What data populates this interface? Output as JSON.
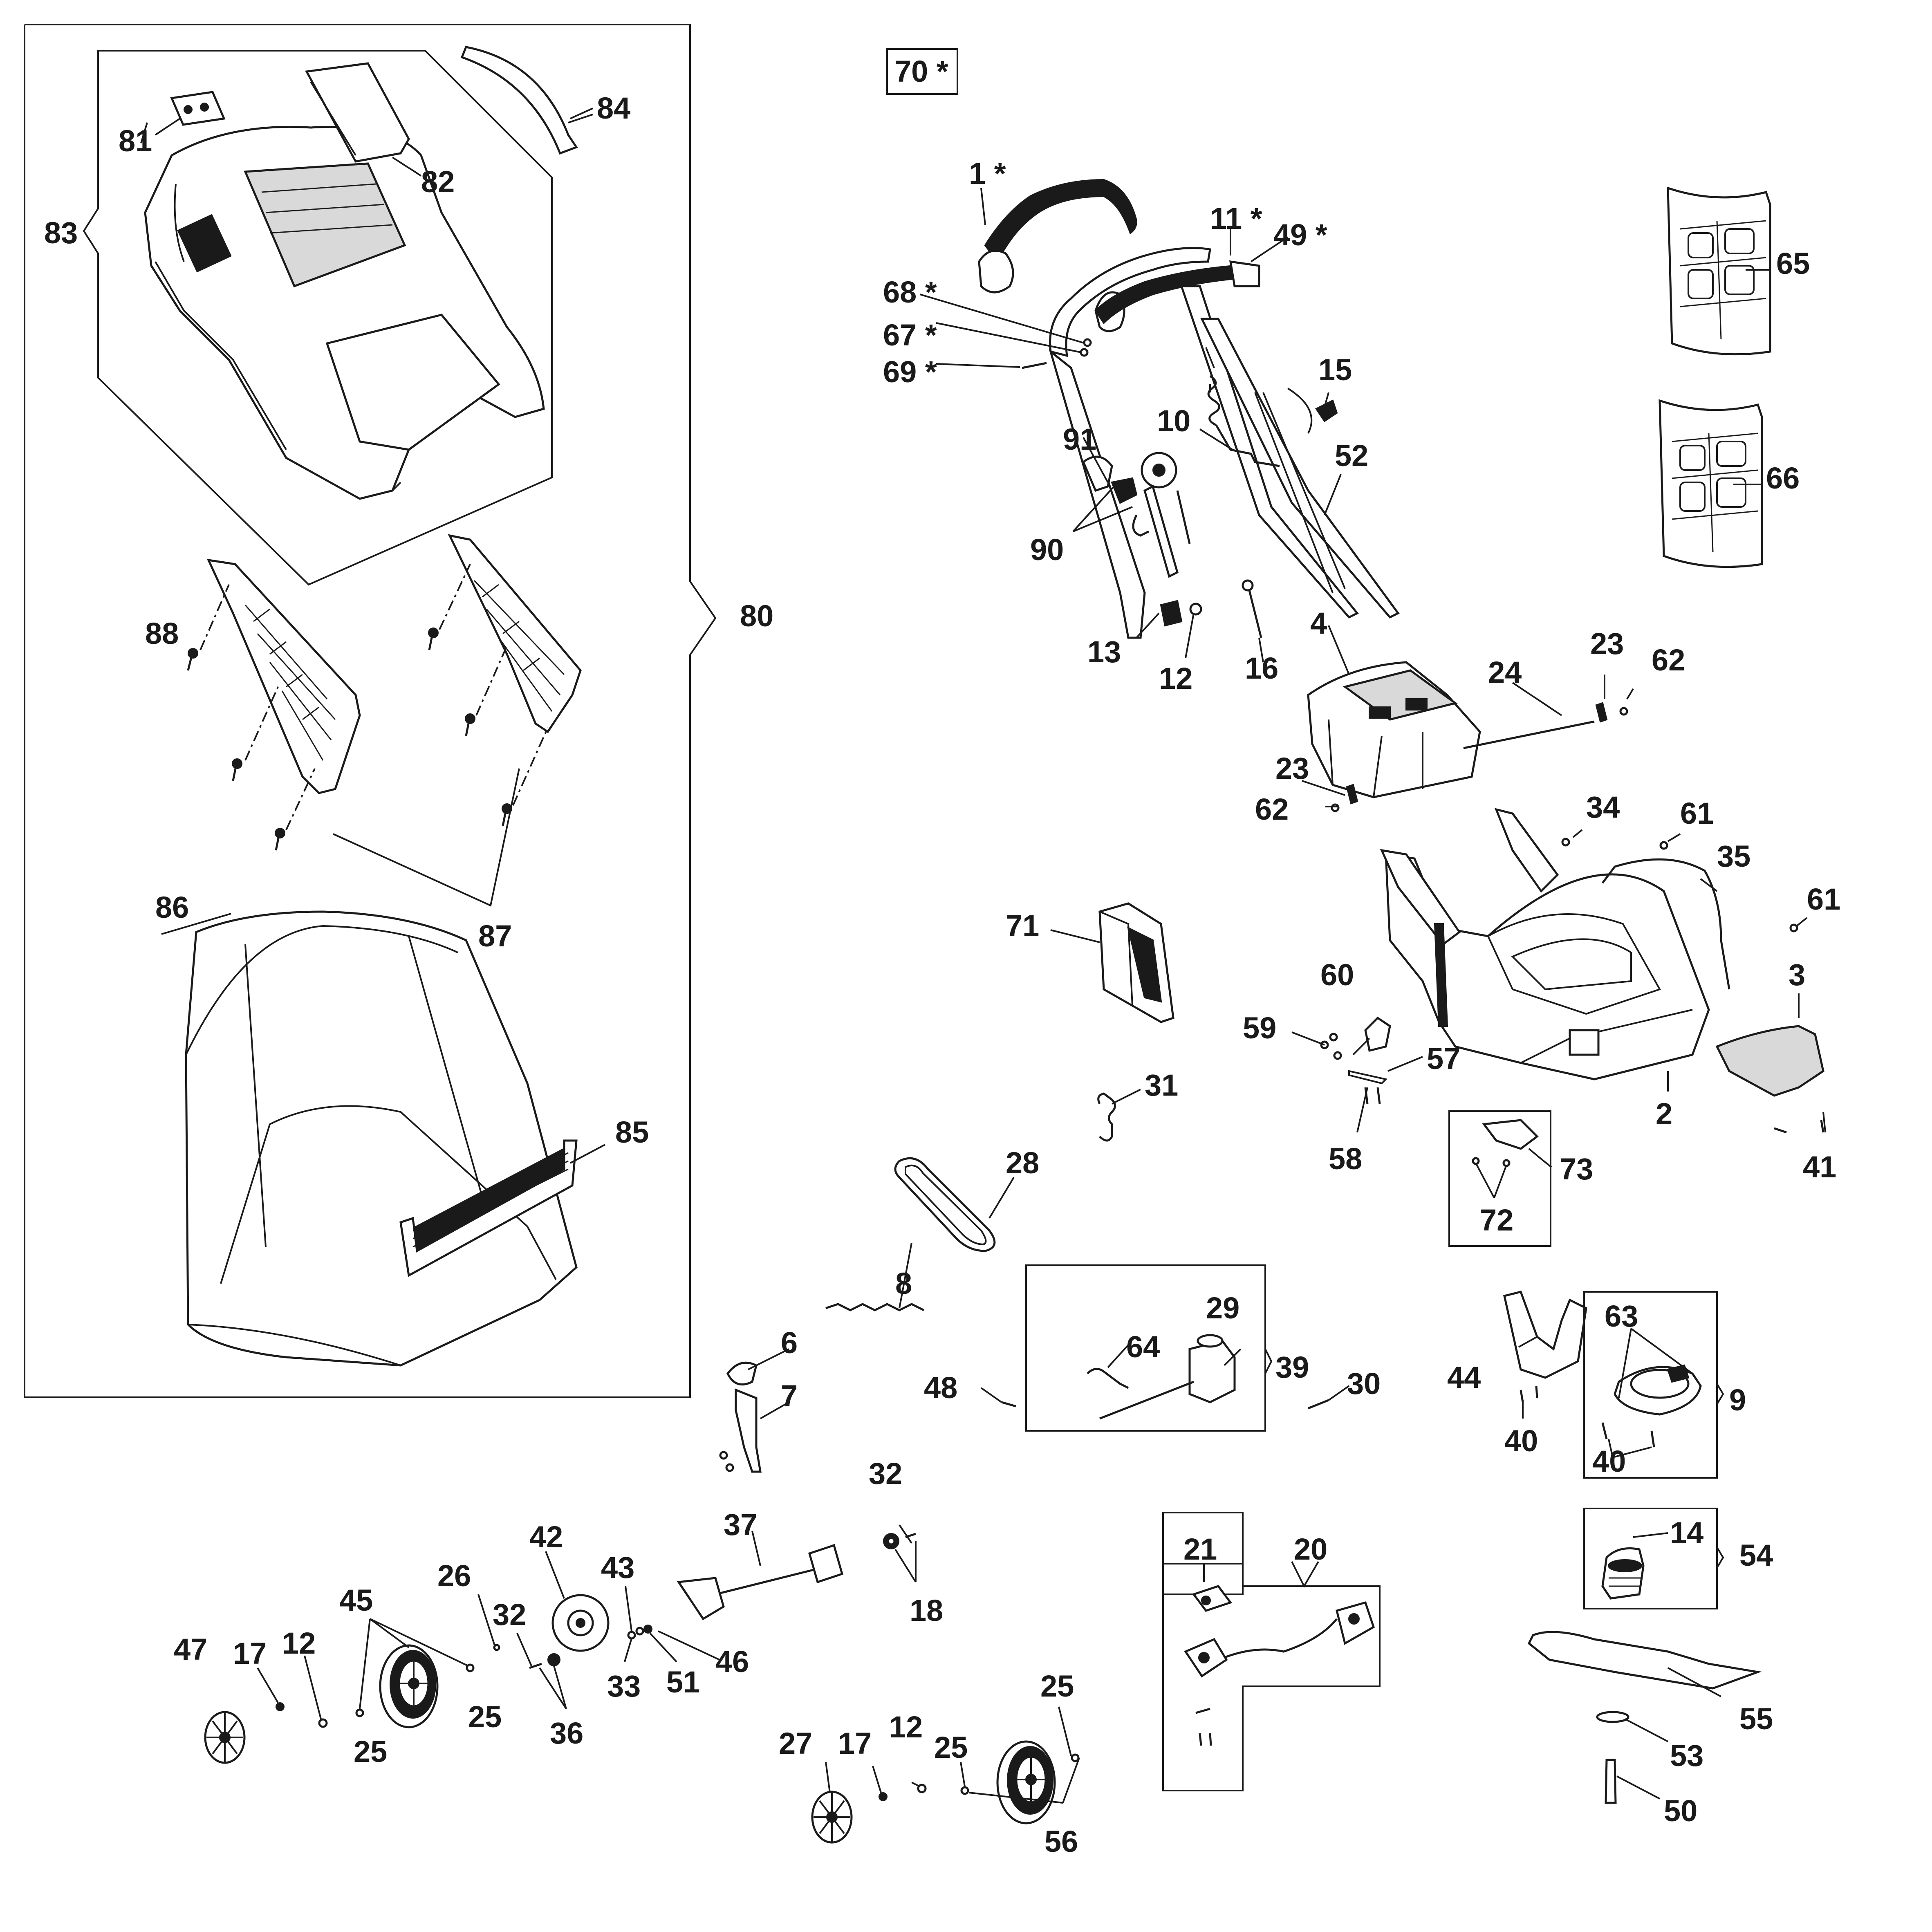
{
  "diagram": {
    "header_box_label": "70 *",
    "callouts": {
      "c1": "1 *",
      "c2": "2",
      "c3": "3",
      "c4": "4",
      "c6": "6",
      "c7": "7",
      "c8": "8",
      "c9": "9",
      "c10": "10",
      "c11": "11 *",
      "c12a": "12",
      "c12b": "12",
      "c12c": "12",
      "c13": "13",
      "c14": "14",
      "c15": "15",
      "c16": "16",
      "c17a": "17",
      "c17b": "17",
      "c18": "18",
      "c20": "20",
      "c21": "21",
      "c23a": "23",
      "c23b": "23",
      "c24": "24",
      "c25a": "25",
      "c25b": "25",
      "c25c": "25",
      "c25d": "25",
      "c26": "26",
      "c27": "27",
      "c28": "28",
      "c29": "29",
      "c30": "30",
      "c31": "31",
      "c32a": "32",
      "c32b": "32",
      "c33": "33",
      "c34": "34",
      "c35": "35",
      "c36": "36",
      "c37": "37",
      "c39": "39",
      "c40a": "40",
      "c40b": "40",
      "c41": "41",
      "c42": "42",
      "c43": "43",
      "c44": "44",
      "c45": "45",
      "c46": "46",
      "c47": "47",
      "c48": "48",
      "c49": "49 *",
      "c50": "50",
      "c51": "51",
      "c52": "52",
      "c53": "53",
      "c54": "54",
      "c55": "55",
      "c56": "56",
      "c57": "57",
      "c58": "58",
      "c59": "59",
      "c60": "60",
      "c61a": "61",
      "c61b": "61",
      "c62a": "62",
      "c62b": "62",
      "c63": "63",
      "c64": "64",
      "c65": "65",
      "c66": "66",
      "c67": "67 *",
      "c68": "68 *",
      "c69": "69 *",
      "c71": "71",
      "c72": "72",
      "c73": "73",
      "c80": "80",
      "c81": "81",
      "c82": "82",
      "c83": "83",
      "c84": "84",
      "c85": "85",
      "c86": "86",
      "c87": "87",
      "c88": "88",
      "c90": "90",
      "c91": "91"
    }
  }
}
